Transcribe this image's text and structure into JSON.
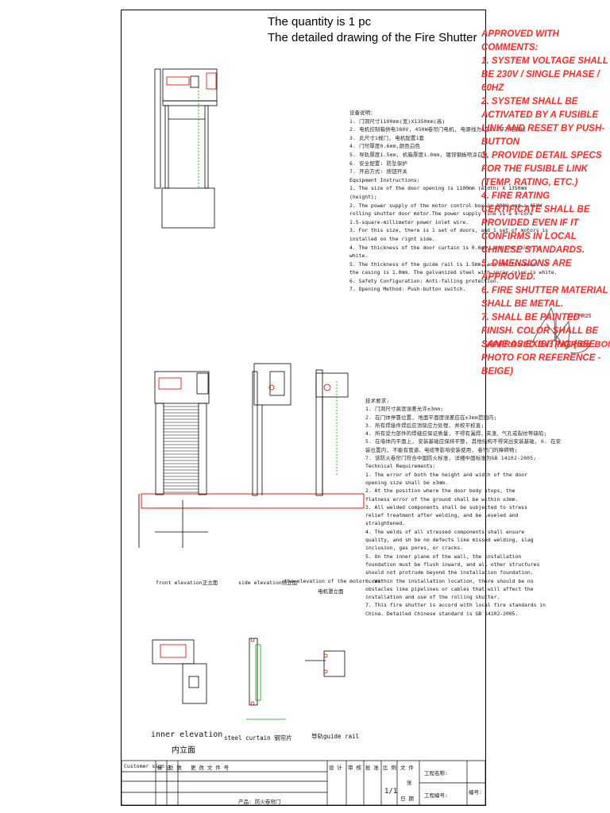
{
  "title": {
    "line1": "The quantity is 1 pc",
    "line2": "The detailed drawing of the Fire Shutter"
  },
  "equipment": {
    "zh_lines": [
      "设备说明：",
      "1. 门洞尺寸1100mm(宽)X1350mm(高)",
      "2. 电机控制箱供电380V, 450W卷帘门电机, 电源线为4芯1.5平方电源线",
      "3. 此尺寸1樘门, 电机配置1套",
      "4. 门帘厚度0.6mm,颜色白色",
      "5. 导轨厚度1.5mm, 机箱厚度1.0mm, 镀锌钢板喷涂白色",
      "6. 安全配置: 防坠保护",
      "7. 开启方式: 按钮开关"
    ],
    "heading": "Equipment Instructions:",
    "lines": [
      "1. The size of the door opening is 1100mm (width) X 1350mm",
      "(height);",
      "2. The power supply of the motor control box is 380V,and a 450W",
      "rolling shutter door motor.The power supply line is a 4-core",
      "1.5-square-millimeter power inlet wire.",
      "3. For this size, there is 1 set of doors, and 1 set of motors is",
      "installed on the right side.",
      "4. The thickness of the door curtain is 0.6mm, and the color is",
      "white.",
      "5. The thickness of the guide rail is 1.5mm, and the thickness of",
      "the casing is 1.0mm. The galvanized steel with spray color is white.",
      "6. Safety Configuration: Anti-falling protection.",
      "7. Opening Method: Push-button switch."
    ]
  },
  "technical": {
    "zh_lines": [
      "技术要求:",
      "1. 门洞尺寸高宽误差允许±3mm;",
      "2. 在门体停靠位置, 地面平面度误差应在±3mm范围内;",
      "3. 所有焊接件焊后应消除应力处理, 并校平校直;",
      "4. 所有受力部件的焊缝应保证质量, 不得有漏焊、夹渣、气孔或裂纹等缺陷;",
      "5. 在墙体内平面上, 安装基础应保持平整, 其他结构不得突出安装基础, 6. 在安",
      "装位置内, 不能有管道、电缆等影响安装使用, 卷帘门的障碍物;",
      "7. 该防火卷帘门符合中国防火标准, 详细中国标准为GB 14102-2005;"
    ],
    "heading": "Technical Requirements:",
    "lines": [
      "1. The error of both the height and width of the door",
      "opening size shall be ±3mm.",
      "2. At the position where the door body stops, the",
      "flatness error of the ground shall be within ±3mm.",
      "3. All welded components shall be subjected to stress",
      "relief treatment after welding, and be leveled and",
      "straightened.",
      "4. The welds of all stressed components shall ensure",
      "quality, and sh be no defects like missed welding, slag",
      "inclusion, gas pores, or cracks.",
      "5. On the inner plane of the wall, the installation",
      "foundation must be flush inward, and all other structures",
      "should not protrude beyond the installation foundation.",
      "6. Within the installation location, there should be no",
      "obstacles like pipelines or cables that will affect the",
      "installation and use of the rolling shutter.",
      "7. This fire shutter is accord with local fire standards in",
      "China. Detailed Chinese standard is GB 14102-2005."
    ]
  },
  "approval": {
    "lines": [
      "APPROVED WITH COMMENTS:",
      "1. SYSTEM VOLTAGE SHALL BE 230V / SINGLE PHASE / 60HZ",
      "2. SYSTEM SHALL BE ACTIVATED BY A FUSIBLE LINK AND RESET BY PUSH-BUTTON",
      "3. PROVIDE DETAIL SPECS FOR THE FUSIBLE LINK (TEMP. RATING, ETC.)",
      "4. FIRE RATING CERTIFICATE SHALL BE PROVIDED EVEN IF IT CONFIRMS IN LOCAL CHINESE STANDARDS.",
      "5. DIMENSIONS ARE APPROVED.",
      "6. FIRE SHUTTER MATERIAL SHALL BE METAL.",
      "7. SHALL BE PAINTED FINISH. COLOR SHALL BE SAME AS EXISITING (SEE PHOTO FOR REFERENCE - BEIGE)"
    ],
    "date": "23APR25",
    "approved_by": "APPROVED BY: PATRICK BOMBASE",
    "color": "#ff2a2a"
  },
  "captions": {
    "front": "front elevation正立面",
    "side": "side elevation侧立面",
    "motor_cover": "the elevation of the motor cover",
    "motor_cover_zh": "电机罩立面",
    "inner": "inner elevation",
    "inner_zh": "内立面",
    "curtain": "steel curtain 钢帘片",
    "guide_rail": "导轨guide rail"
  },
  "title_block": {
    "customer_sign": "Customer sign",
    "marks": "标 记",
    "count": "处 数",
    "revision": "更 改 文 件 号",
    "sign": "签 字",
    "date": "日 期",
    "design": "设 计",
    "check": "审 核",
    "approve": "批 准",
    "scale": "比 例",
    "file": "文 件",
    "sheet_label": "张",
    "sheet_value": "1/1",
    "project_name": "工程名称:",
    "project_no": "工程编号:",
    "number": "编号:",
    "product": "产品: 防火卷帘门"
  }
}
